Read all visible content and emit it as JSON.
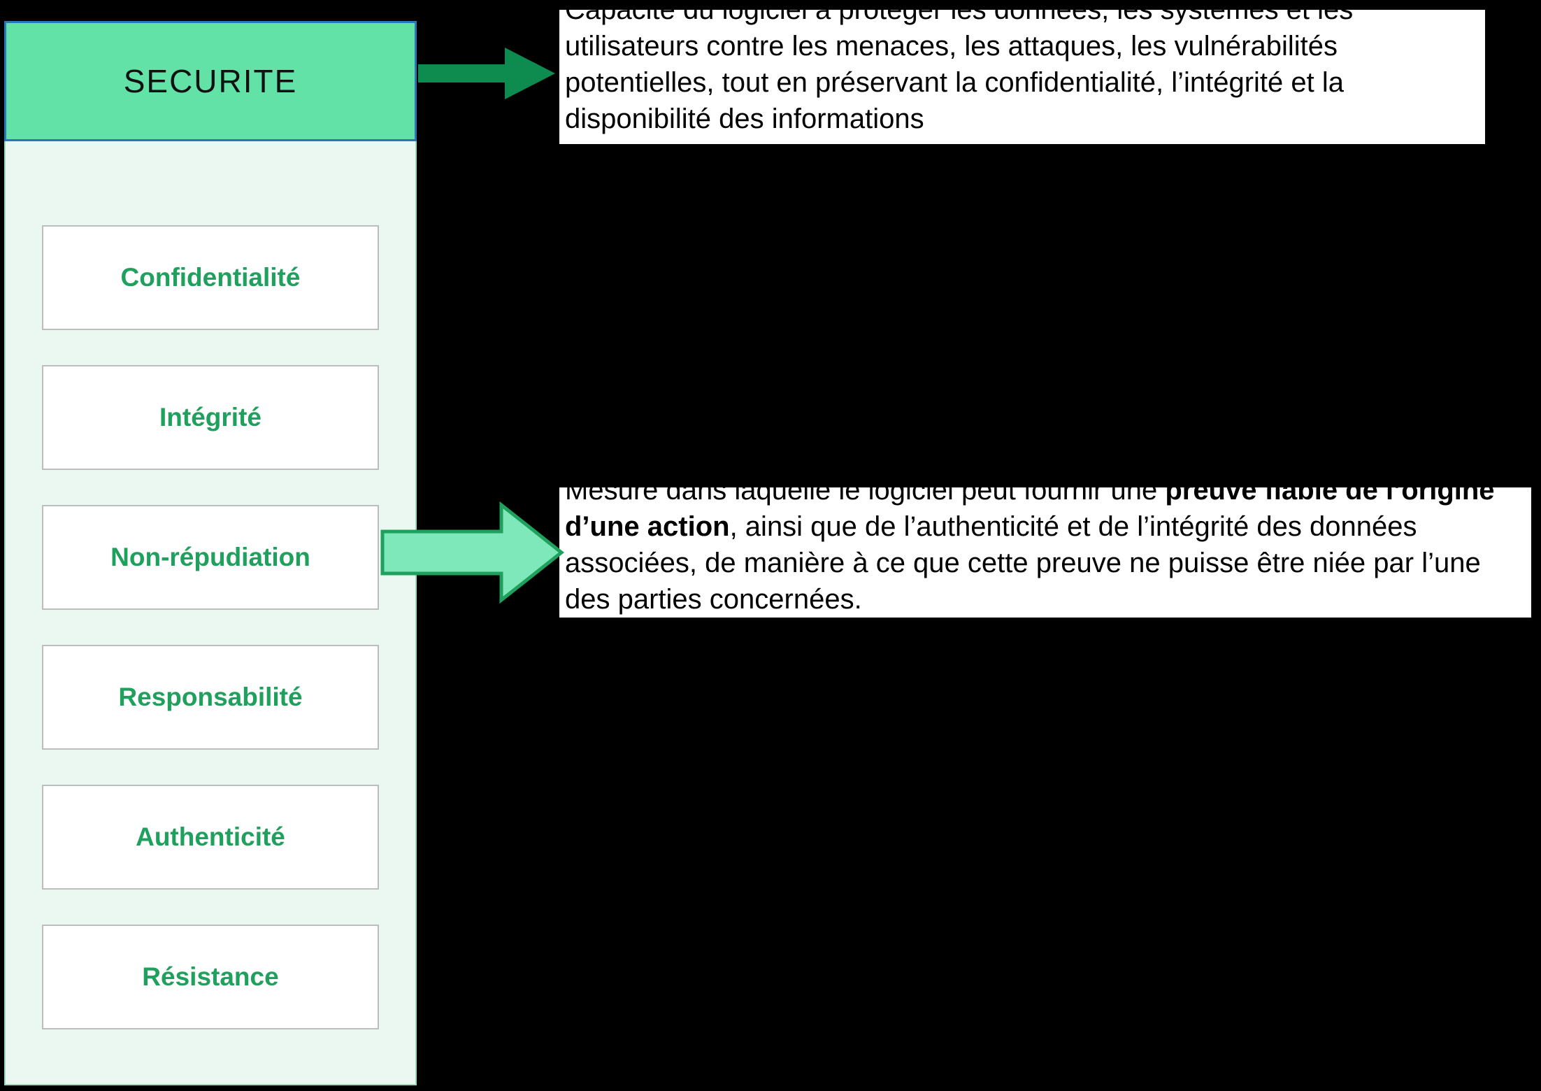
{
  "diagram": {
    "title": "SECURITE",
    "items": [
      "Confidentialité",
      "Intégrité",
      "Non-répudiation",
      "Responsabilité",
      "Authenticité",
      "Résistance"
    ],
    "security_definition": "Capacité du logiciel à protéger les données, les systèmes et les utilisateurs contre les menaces, les attaques, les vulnérabilités potentielles, tout en préservant la confidentialité, l’intégrité et la disponibilité des informations",
    "non_repudiation_definition": {
      "prefix": "Mesure dans laquelle le logiciel peut fournir une ",
      "bold": "preuve fiable de l’origine d’une action",
      "suffix": ", ainsi que de l’authenticité et de l’intégrité des données associées, de manière à ce que cette preuve ne puisse être niée par l’une des parties concernées."
    },
    "colors": {
      "background": "#000000",
      "header_fill": "#63e2a7",
      "header_border": "#2e75b6",
      "panel_fill": "#eaf8f1",
      "panel_border": "#9ed9bd",
      "label_green": "#1fa05c",
      "arrow_dark": "#0e8b4f",
      "arrow_light_fill": "#7fe8ba",
      "arrow_light_border": "#1fa05c",
      "box_border": "#bdbdbd",
      "callout_bg": "#ffffff"
    }
  }
}
